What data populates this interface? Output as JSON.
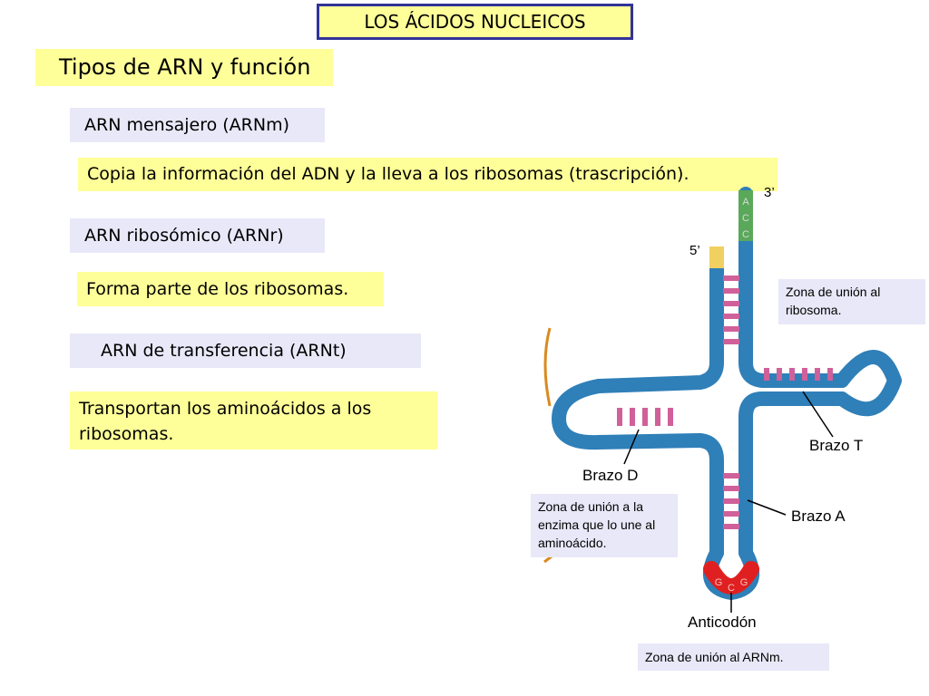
{
  "header": {
    "title": "LOS ÁCIDOS NUCLEICOS",
    "subtitle": "Tipos de ARN y función"
  },
  "types": [
    {
      "name": "ARN mensajero (ARNm)",
      "function": "Copia la información del ADN y la lleva a los ribosomas (trascripción)."
    },
    {
      "name": "ARN ribosómico (ARNr)",
      "function": "Forma parte de los ribosomas."
    },
    {
      "name": "ARN de transferencia (ARNt)",
      "function": "Transportan los aminoácidos a los ribosomas."
    }
  ],
  "diagram": {
    "end_3": "3’",
    "end_5": "5’",
    "acceptor_letters": [
      "A",
      "C",
      "C"
    ],
    "anticodon_letters": [
      "G",
      "C",
      "G"
    ],
    "labels": {
      "arm_t": "Brazo T",
      "arm_d": "Brazo D",
      "arm_a": "Brazo A",
      "anticodon": "Anticodón"
    },
    "notes": {
      "ribosome_zone": "Zona de unión al ribosoma.",
      "enzyme_zone": "Zona de unión a la enzima que lo une al aminoácido.",
      "mrna_zone": "Zona de unión al ARNm."
    },
    "colors": {
      "strand": "#3a8fc4",
      "base_pairs": "#d0609a",
      "acceptor": "#5aa85a",
      "anticodon": "#e02020",
      "five_prime": "#f0d060"
    }
  }
}
